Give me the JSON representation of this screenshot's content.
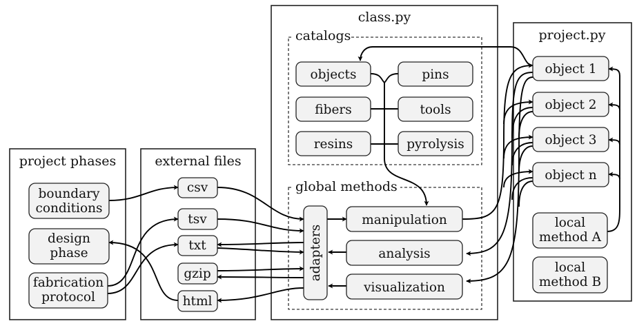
{
  "panels": {
    "project_phases": "project phases",
    "external_files": "external files",
    "class_py": "class.py",
    "project_py": "project.py"
  },
  "groups": {
    "catalogs": "catalogs",
    "global_methods": "global methods"
  },
  "phases": {
    "boundary": [
      "boundary",
      "conditions"
    ],
    "design": [
      "design",
      "phase"
    ],
    "fabrication": [
      "fabrication",
      "protocol"
    ]
  },
  "files": {
    "csv": "csv",
    "tsv": "tsv",
    "txt": "txt",
    "gzip": "gzip",
    "html": "html"
  },
  "catalog_items": {
    "objects": "objects",
    "fibers": "fibers",
    "resins": "resins",
    "pins": "pins",
    "tools": "tools",
    "pyrolysis": "pyrolysis"
  },
  "methods": {
    "adapters": "adapters",
    "manipulation": "manipulation",
    "analysis": "analysis",
    "visualization": "visualization"
  },
  "project_items": {
    "object1": "object 1",
    "object2": "object 2",
    "object3": "object 3",
    "objectn": "object n",
    "local_a": [
      "local",
      "method A"
    ],
    "local_b": [
      "local",
      "method B"
    ]
  }
}
